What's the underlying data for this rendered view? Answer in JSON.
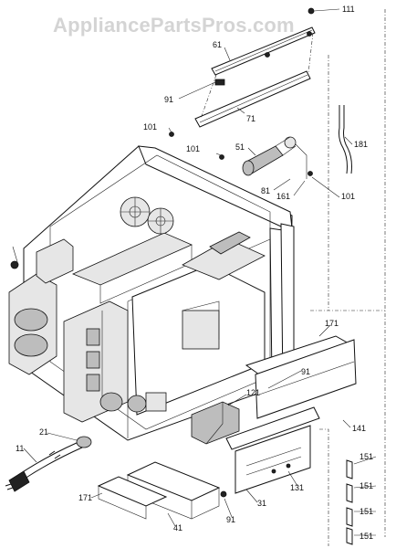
{
  "watermark": "AppliancePartsPros.com",
  "callouts": {
    "c111": "111",
    "c61": "61",
    "c91_top": "91",
    "c71": "71",
    "c101_a": "101",
    "c101_b": "101",
    "c51": "51",
    "c181": "181",
    "c81": "81",
    "c161": "161",
    "c101_c": "101",
    "c171_right": "171",
    "c91_mid": "91",
    "c121": "121",
    "c141": "141",
    "c21": "21",
    "c11": "11",
    "c151_a": "151",
    "c131": "131",
    "c151_b": "151",
    "c171_left": "171",
    "c31": "31",
    "c151_c": "151",
    "c41": "41",
    "c91_bottom": "91",
    "c151_d": "151"
  }
}
